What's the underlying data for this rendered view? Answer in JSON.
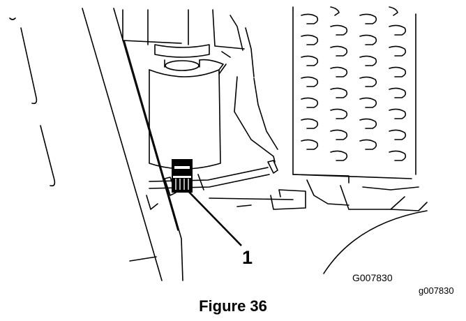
{
  "figure": {
    "caption": "Figure 36",
    "callout_number": "1",
    "drawing_code": "G007830",
    "file_code": "g007830"
  }
}
